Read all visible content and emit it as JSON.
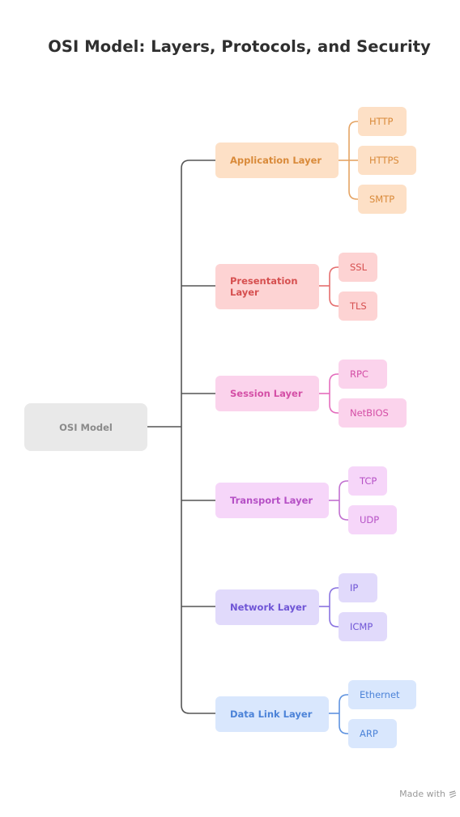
{
  "title": "OSI Model: Layers, Protocols, and Security",
  "root": "OSI Model",
  "colors": {
    "application": {
      "bg": "#fde0c6",
      "text": "#d98a3a",
      "line": "#e5a464"
    },
    "presentation": {
      "bg": "#fdd3d3",
      "text": "#d65050",
      "line": "#e56e6e"
    },
    "session": {
      "bg": "#fbd3ec",
      "text": "#d44fa6",
      "line": "#e46dbd"
    },
    "transport": {
      "bg": "#f6d6f9",
      "text": "#b651c6",
      "line": "#c170d0"
    },
    "network": {
      "bg": "#e1dafb",
      "text": "#6f55d6",
      "line": "#8a73e0"
    },
    "datalink": {
      "bg": "#d9e7fd",
      "text": "#4c83d8",
      "line": "#5f93e0"
    }
  },
  "layers": [
    {
      "name": "Application Layer",
      "protocols": [
        "HTTP",
        "HTTPS",
        "SMTP"
      ]
    },
    {
      "name": "Presentation Layer",
      "protocols": [
        "SSL",
        "TLS"
      ]
    },
    {
      "name": "Session Layer",
      "protocols": [
        "RPC",
        "NetBIOS"
      ]
    },
    {
      "name": "Transport Layer",
      "protocols": [
        "TCP",
        "UDP"
      ]
    },
    {
      "name": "Network Layer",
      "protocols": [
        "IP",
        "ICMP"
      ]
    },
    {
      "name": "Data Link Layer",
      "protocols": [
        "Ethernet",
        "ARP"
      ]
    }
  ],
  "footer": "Made with"
}
